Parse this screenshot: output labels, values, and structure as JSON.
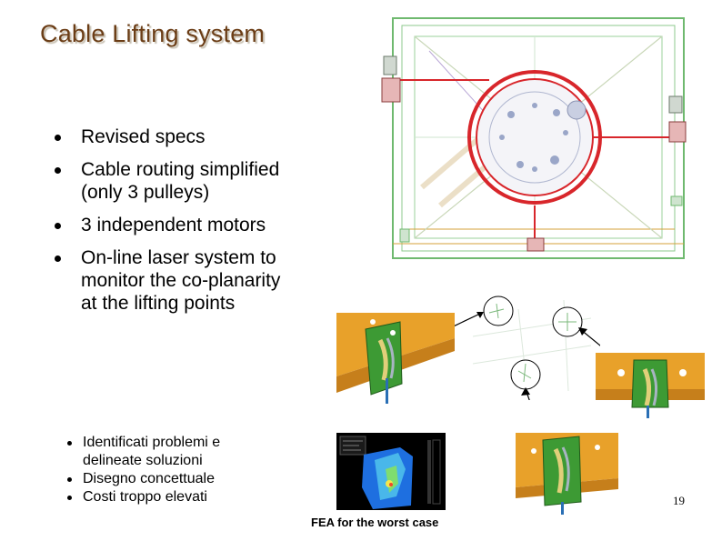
{
  "slide": {
    "title": "Cable Lifting system",
    "bullets": [
      "Revised specs",
      "Cable routing simplified (only 3 pulleys)",
      "3 independent motors",
      "On-line laser system to monitor the co-planarity at the lifting points"
    ],
    "sub_bullets": [
      "Identificati problemi e delineate soluzioni",
      "Disegno concettuale",
      "Costi troppo elevati"
    ],
    "fea_caption": "FEA for the worst case",
    "page_number": "19"
  },
  "images": {
    "top_drawing": "cad-top-view-drawing",
    "left_bracket": "lifting-point-bracket-render",
    "right_bracket": "lifting-point-bracket-render",
    "bottom_bracket": "lifting-point-bracket-render",
    "fea_plot": "fea-stress-plot",
    "laser_drawing": "laser-layout-drawing"
  },
  "colors": {
    "title": "#6b3d16",
    "drawing_green": "#6fb96f",
    "drawing_red": "#d8262b",
    "beam_orange": "#e8a12a",
    "bracket_green": "#3d9a34"
  }
}
